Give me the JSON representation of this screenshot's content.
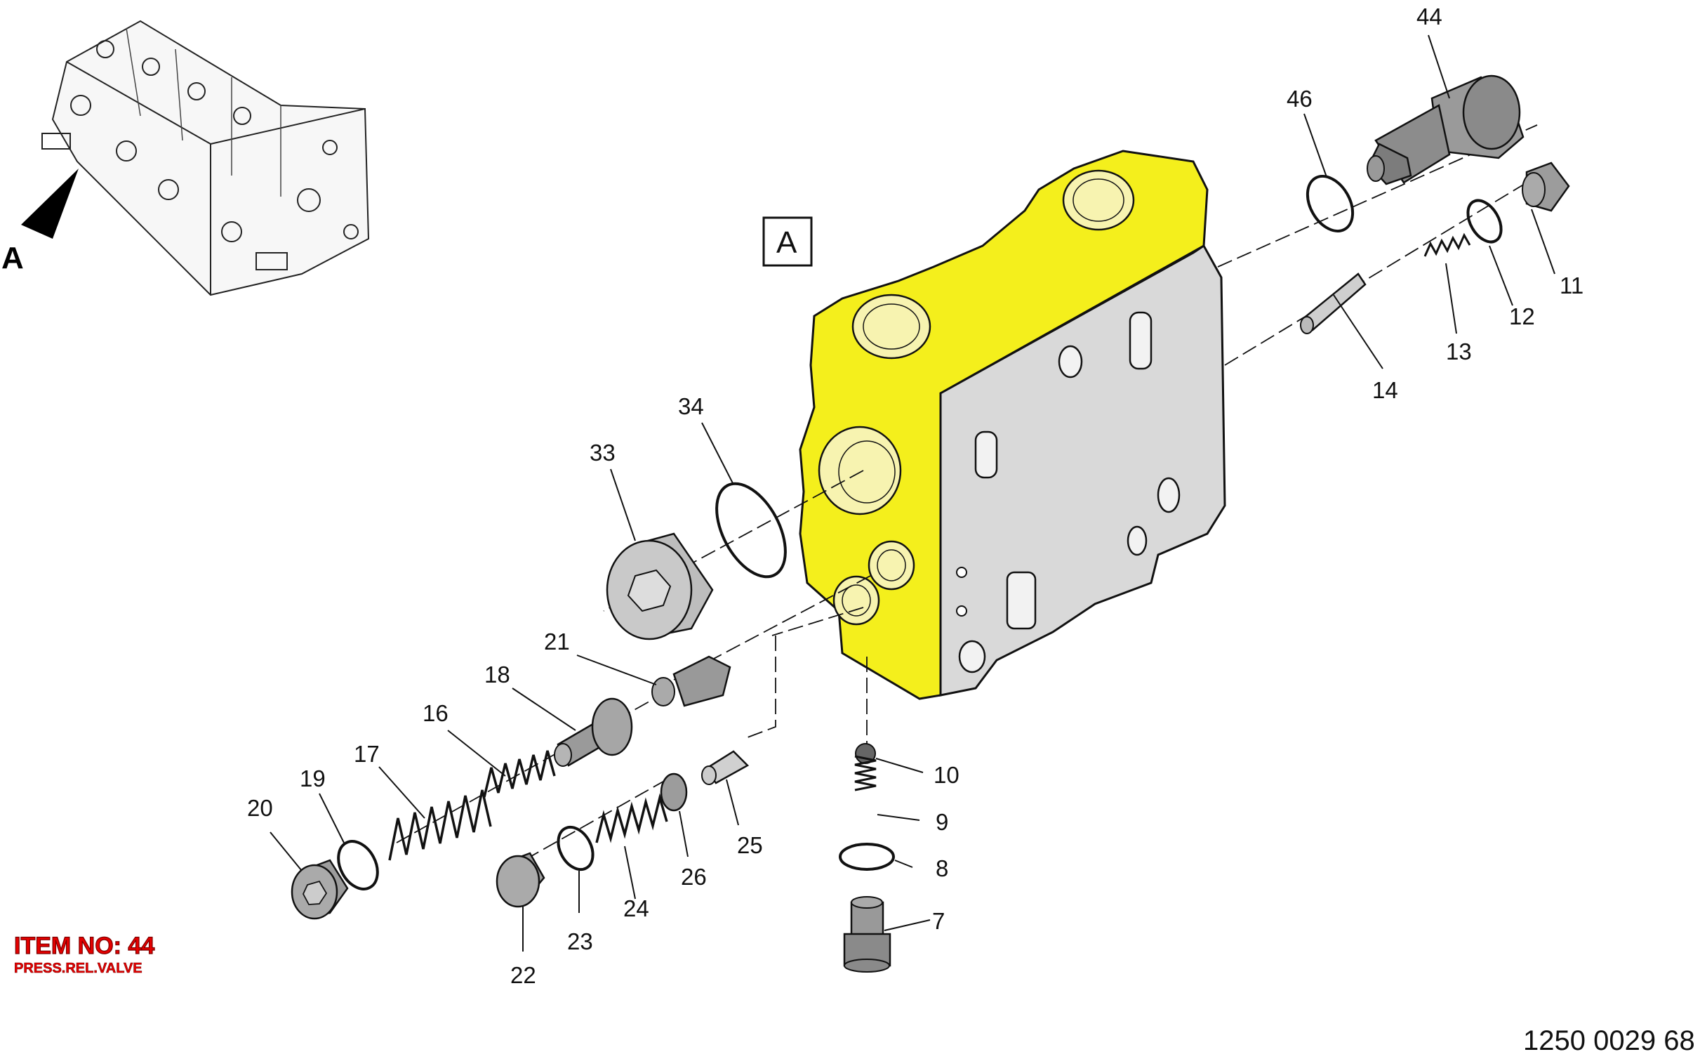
{
  "view_label": "A",
  "detail_letter": "A",
  "item": {
    "number_text": "ITEM NO: 44",
    "description": "PRESS.REL.VALVE"
  },
  "document_number": "1250 0029 68",
  "colors": {
    "highlight": "#f4ef1c",
    "body_grey": "#d9d9d9",
    "item_red": "#e60000"
  },
  "callouts": [
    "44",
    "46",
    "11",
    "12",
    "13",
    "14",
    "34",
    "33",
    "21",
    "18",
    "16",
    "17",
    "19",
    "20",
    "10",
    "9",
    "8",
    "7",
    "25",
    "26",
    "24",
    "23",
    "22"
  ]
}
